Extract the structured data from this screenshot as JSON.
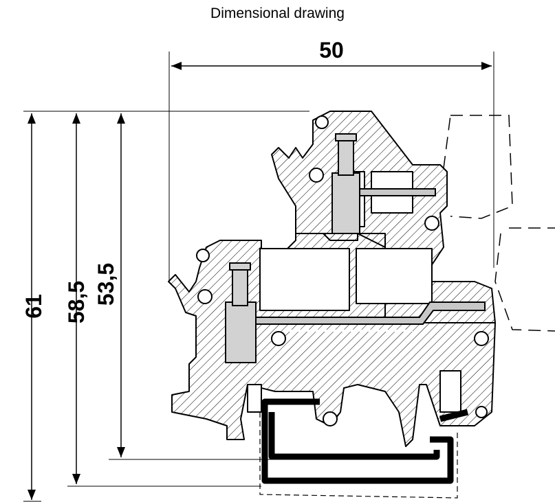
{
  "title": "Dimensional drawing",
  "dimensions": {
    "width": "50",
    "height_total": "61",
    "height_mid": "58,5",
    "height_inner": "53,5"
  }
}
